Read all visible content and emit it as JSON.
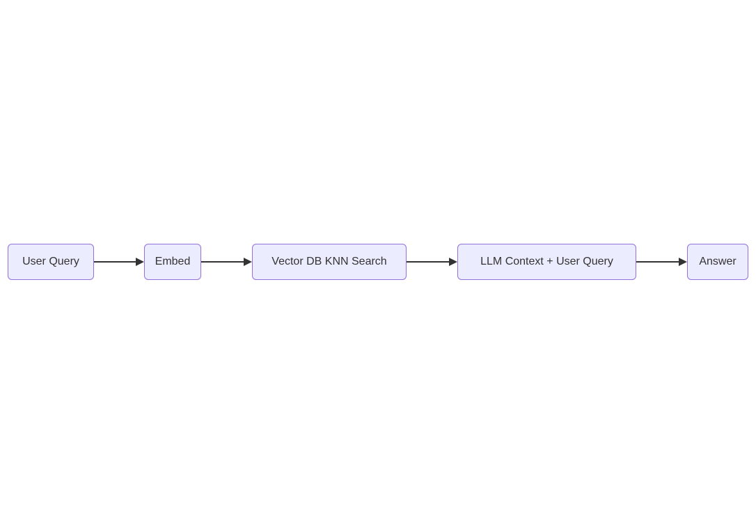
{
  "diagram": {
    "type": "flowchart",
    "direction": "left-to-right",
    "nodes": [
      {
        "label": "User Query"
      },
      {
        "label": "Embed"
      },
      {
        "label": "Vector DB KNN Search"
      },
      {
        "label": "LLM Context + User Query"
      },
      {
        "label": "Answer"
      }
    ],
    "edges": [
      {
        "from": "User Query",
        "to": "Embed"
      },
      {
        "from": "Embed",
        "to": "Vector DB KNN Search"
      },
      {
        "from": "Vector DB KNN Search",
        "to": "LLM Context + User Query"
      },
      {
        "from": "LLM Context + User Query",
        "to": "Answer"
      }
    ],
    "colors": {
      "node_fill": "#ECECFF",
      "node_border": "#9370DB",
      "edge": "#333333",
      "text": "#333333",
      "background": "#FFFFFF"
    }
  }
}
